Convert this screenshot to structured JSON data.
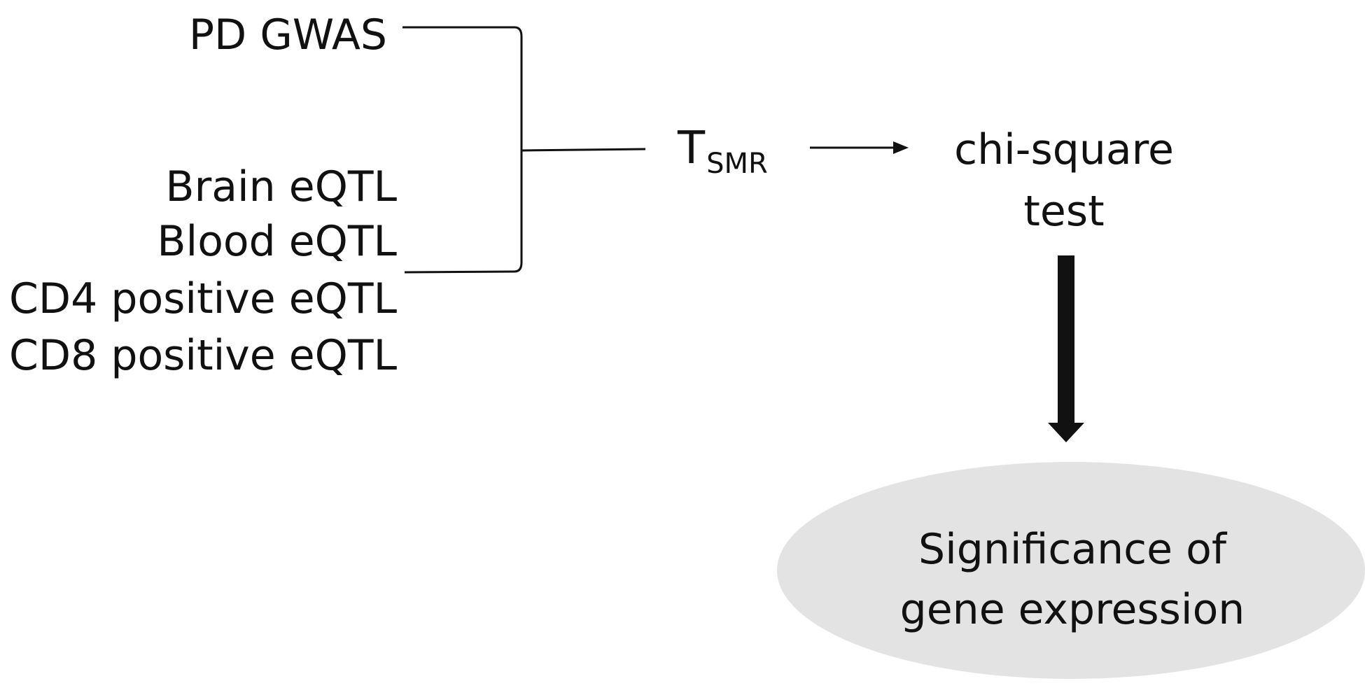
{
  "inputs": {
    "gwas": "PD GWAS",
    "eqtl": [
      "Brain eQTL",
      "Blood eQTL",
      "CD4 positive eQTL",
      "CD8 positive eQTL"
    ]
  },
  "statistic": {
    "main": "T",
    "subscript": "SMR"
  },
  "test": {
    "line1": "chi-square",
    "line2": "test"
  },
  "outcome": {
    "line1": "Significance of",
    "line2": "gene expression"
  },
  "colors": {
    "line": "#111111",
    "ellipse_fill": "#e3e3e3"
  }
}
